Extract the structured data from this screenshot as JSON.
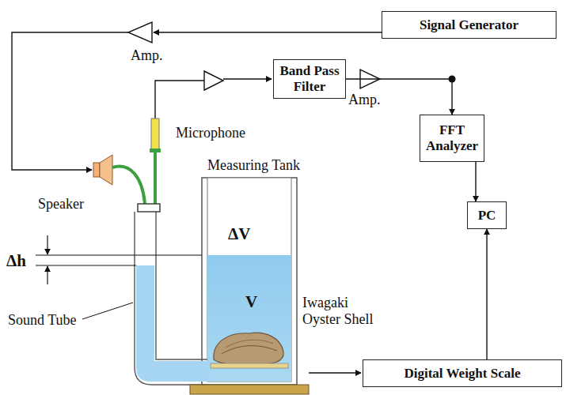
{
  "diagram": {
    "nodes": [
      {
        "text": [
          "Signal Generator"
        ]
      },
      {
        "text": [
          "Band Pass Filter"
        ]
      },
      {
        "text": [
          "FFT Analyzer"
        ]
      },
      {
        "text": [
          "PC"
        ]
      },
      {
        "text": [
          "Digital Weight Scale"
        ]
      }
    ],
    "edges": [
      {
        "from": 1,
        "to": 2,
        "arrow": "to"
      },
      {
        "from": 2,
        "to": 3,
        "arrow": "to"
      },
      {
        "from": 4,
        "to": 3,
        "arrow": "to"
      }
    ],
    "labels": [
      "Amp.",
      "Microphone",
      "Speaker",
      "Measuring Tank",
      "ΔV",
      "V",
      "Δh",
      "Sound Tube",
      "Iwagaki Oyster Shell",
      "Amp."
    ]
  }
}
